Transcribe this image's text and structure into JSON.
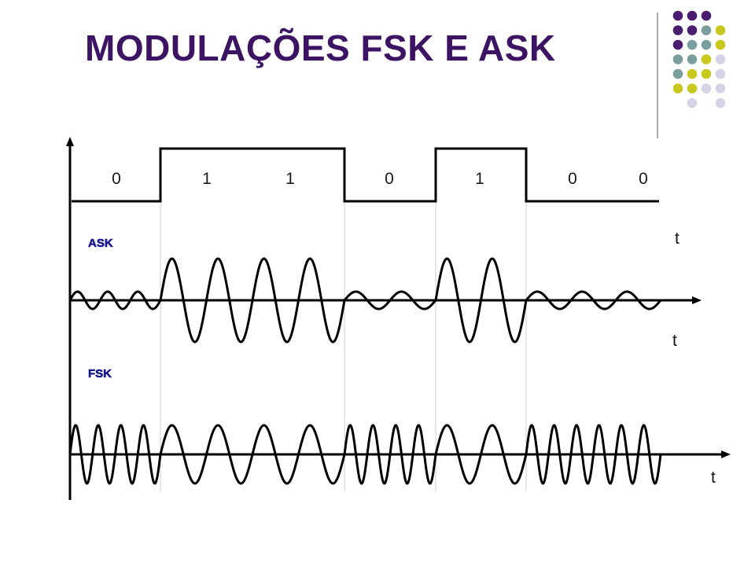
{
  "title": "MODULAÇÕES FSK E ASK",
  "bits": [
    "0",
    "1",
    "1",
    "0",
    "1",
    "0",
    "0"
  ],
  "labels": {
    "ask": "ASK",
    "fsk": "FSK"
  },
  "axis_labels": {
    "digital": "t",
    "ask": "t",
    "fsk": "t"
  },
  "colors": {
    "title": "#3d1464",
    "dot_purple": "#4a1d6e",
    "dot_teal": "#7a9e9e",
    "dot_yellow": "#c8c81e",
    "dot_lavender": "#d4d4e6",
    "signal_label": "#1a1a8c"
  },
  "decoration": [
    [
      "purple",
      "purple",
      "purple",
      null
    ],
    [
      "purple",
      "purple",
      "teal",
      "yellow"
    ],
    [
      "purple",
      "teal",
      "teal",
      "yellow"
    ],
    [
      "teal",
      "teal",
      "yellow",
      "lavender"
    ],
    [
      "teal",
      "yellow",
      "yellow",
      "lavender"
    ],
    [
      "yellow",
      "yellow",
      "lavender",
      "lavender"
    ],
    [
      null,
      "lavender",
      null,
      "lavender"
    ]
  ]
}
